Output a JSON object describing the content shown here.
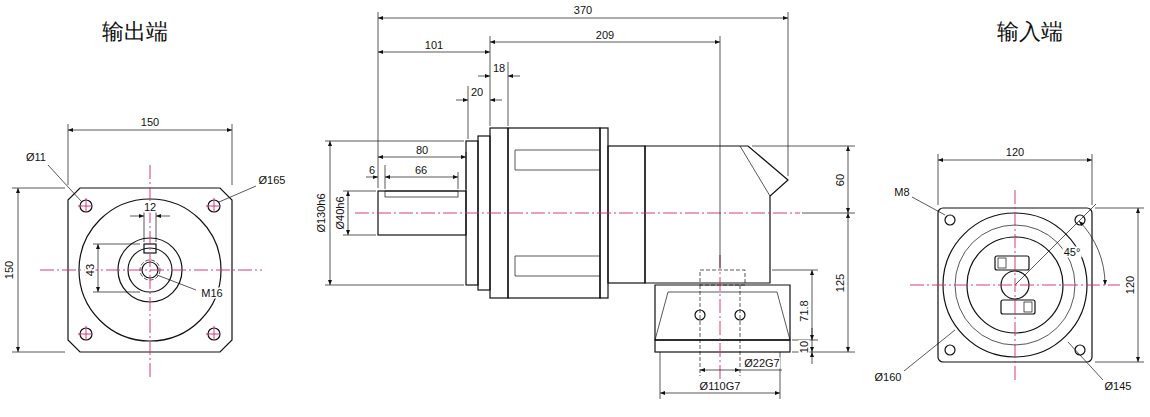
{
  "diagram": {
    "labels": [
      "输出端",
      "输入端",
      "370",
      "101",
      "209",
      "18",
      "20",
      "80",
      "6",
      "66",
      "Ø130h6",
      "Ø40h6",
      "60",
      "125",
      "71.8",
      "10",
      "Ø22G7",
      "Ø110G7",
      "150",
      "150",
      "Ø11",
      "Ø165",
      "12",
      "43",
      "M16",
      "120",
      "120",
      "M8",
      "45°",
      "Ø160",
      "Ø145"
    ]
  }
}
